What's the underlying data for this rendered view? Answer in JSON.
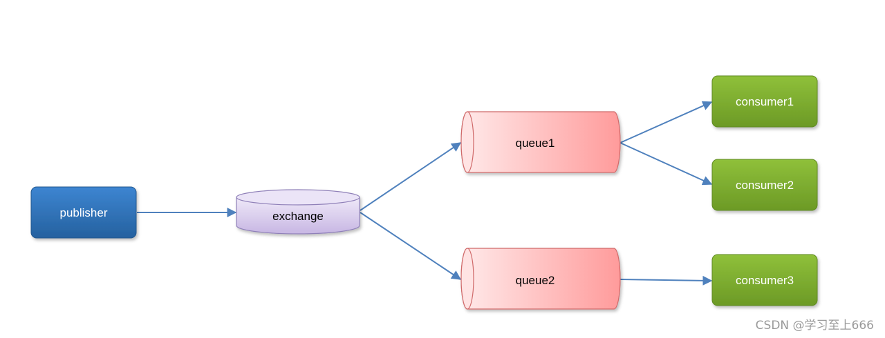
{
  "nodes": {
    "publisher": {
      "label": "publisher"
    },
    "exchange": {
      "label": "exchange"
    },
    "queue1": {
      "label": "queue1"
    },
    "queue2": {
      "label": "queue2"
    },
    "consumer1": {
      "label": "consumer1"
    },
    "consumer2": {
      "label": "consumer2"
    },
    "consumer3": {
      "label": "consumer3"
    }
  },
  "edges": [
    {
      "from": "publisher",
      "to": "exchange"
    },
    {
      "from": "exchange",
      "to": "queue1"
    },
    {
      "from": "exchange",
      "to": "queue2"
    },
    {
      "from": "queue1",
      "to": "consumer1"
    },
    {
      "from": "queue1",
      "to": "consumer2"
    },
    {
      "from": "queue2",
      "to": "consumer3"
    }
  ],
  "colors": {
    "publisher": "#2e6fb7",
    "exchange": "#cdbfe6",
    "queue": "#ff9e9e",
    "consumer": "#7aa82b",
    "arrow": "#4f81bd"
  },
  "watermark": "CSDN @学习至上666"
}
